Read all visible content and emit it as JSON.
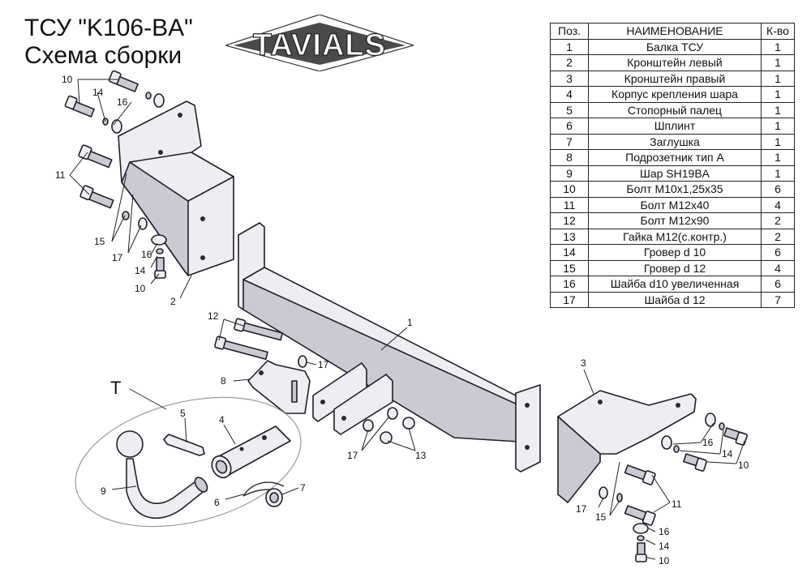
{
  "title": {
    "line1": "ТСУ  \"K106-BA\"",
    "line2": "Схема сборки"
  },
  "logo": {
    "text": "TAVIALS"
  },
  "table": {
    "headers": [
      "Поз.",
      "НАИМЕНОВАНИЕ",
      "К-во"
    ],
    "rows": [
      [
        "1",
        "Балка ТСУ",
        "1"
      ],
      [
        "2",
        "Кронштейн левый",
        "1"
      ],
      [
        "3",
        "Кронштейн правый",
        "1"
      ],
      [
        "4",
        "Корпус крепления шара",
        "1"
      ],
      [
        "5",
        "Стопорный палец",
        "1"
      ],
      [
        "6",
        "Шплинт",
        "1"
      ],
      [
        "7",
        "Заглушка",
        "1"
      ],
      [
        "8",
        "Подрозетник тип А",
        "1"
      ],
      [
        "9",
        "Шар SH19BA",
        "1"
      ],
      [
        "10",
        "Болт М10х1,25х35",
        "6"
      ],
      [
        "11",
        "Болт М12х40",
        "4"
      ],
      [
        "12",
        "Болт М12х90",
        "2"
      ],
      [
        "13",
        "Гайка М12(с.контр.)",
        "2"
      ],
      [
        "14",
        "Гровер d 10",
        "6"
      ],
      [
        "15",
        "Гровер d 12",
        "4"
      ],
      [
        "16",
        "Шайба d10 увеличенная",
        "6"
      ],
      [
        "17",
        "Шайба d 12",
        "7"
      ]
    ]
  },
  "callouts": {
    "n1": "1",
    "n2": "2",
    "n3": "3",
    "n4": "4",
    "n5": "5",
    "n6": "6",
    "n7": "7",
    "n8": "8",
    "n9": "9",
    "n10": "10",
    "n11": "11",
    "n12": "12",
    "n13": "13",
    "n14": "14",
    "n15": "15",
    "n16": "16",
    "n17": "17",
    "t": "T"
  }
}
